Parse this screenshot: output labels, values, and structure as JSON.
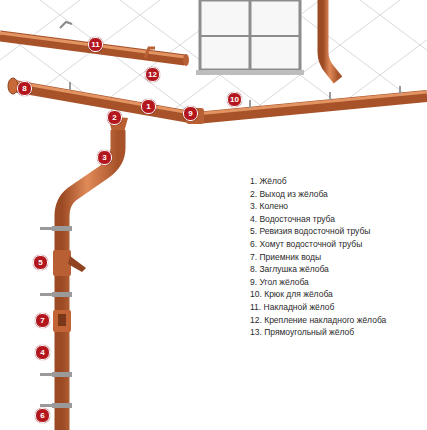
{
  "diagram": {
    "labels": [
      "11",
      "12",
      "8",
      "2",
      "1",
      "9",
      "10",
      "3",
      "5",
      "7",
      "4",
      "6",
      "1. Жёлоб",
      "2. Выход из жёлоба",
      "3. Колено",
      "4. Водосточная труба",
      "5. Ревизия водосточной трубы",
      "6. Хомут водосточной трубы",
      "7. Приемник воды",
      "8. Заглушка жёлоба",
      "9. Угол жёлоба",
      "10. Крюк для жёлоба",
      "11. Накладной жёлоб",
      "12. Крепление накладного жёлоба",
      "13. Прямоугольный жёлоб"
    ]
  }
}
